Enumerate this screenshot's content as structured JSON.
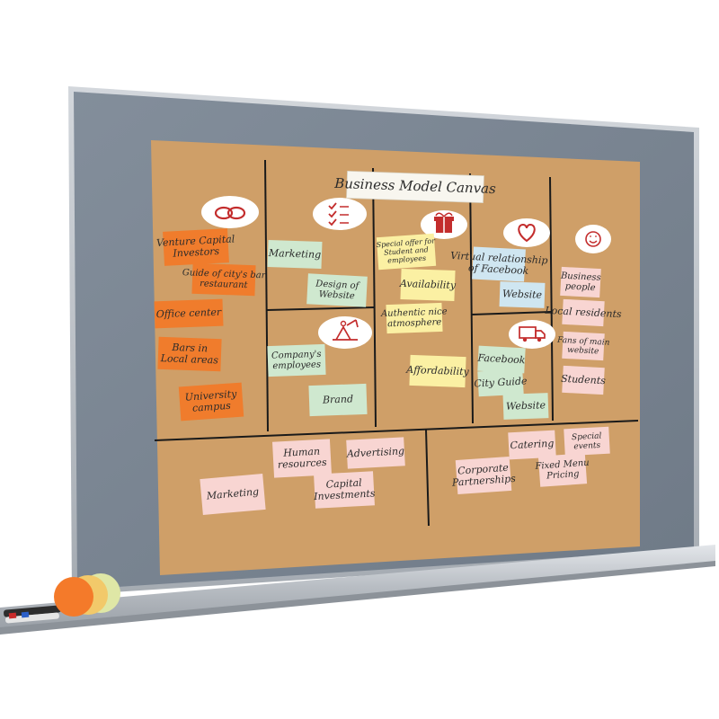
{
  "board": {
    "title": "Business Model Canvas",
    "colors": {
      "felt": "#7c8794",
      "frame": "#b9bec4",
      "cork": "#cf9f68",
      "line": "#1a1a1a",
      "orange": "#f07c2c",
      "yellow": "#fbf0a3",
      "green": "#cfe8cf",
      "blue": "#cfe6f1",
      "pink": "#f8d5d2"
    }
  },
  "icons": [
    {
      "name": "chain-link-icon"
    },
    {
      "name": "checklist-icon"
    },
    {
      "name": "gift-box-icon"
    },
    {
      "name": "heart-icon"
    },
    {
      "name": "smiley-face-icon"
    },
    {
      "name": "worker-digging-icon"
    },
    {
      "name": "delivery-truck-icon"
    }
  ],
  "notes": [
    {
      "name": "note-venture-capital",
      "color": "orange",
      "lines": [
        "Venture Capital",
        "Investors"
      ]
    },
    {
      "name": "note-guide-city-bar",
      "color": "orange",
      "lines": [
        "Guide of city's bar",
        "restaurant"
      ]
    },
    {
      "name": "note-office-center",
      "color": "orange",
      "lines": [
        "Office center"
      ]
    },
    {
      "name": "note-bars-local",
      "color": "orange",
      "lines": [
        "Bars in",
        "Local areas"
      ]
    },
    {
      "name": "note-university",
      "color": "orange",
      "lines": [
        "University",
        "campus"
      ]
    },
    {
      "name": "note-marketing-kp",
      "color": "green",
      "lines": [
        "Marketing"
      ]
    },
    {
      "name": "note-design-website",
      "color": "green",
      "lines": [
        "Design of",
        "Website"
      ]
    },
    {
      "name": "note-company-employees",
      "color": "green",
      "lines": [
        "Company's",
        "employees"
      ]
    },
    {
      "name": "note-brand",
      "color": "green",
      "lines": [
        "Brand"
      ]
    },
    {
      "name": "note-special-offer",
      "color": "yellow",
      "lines": [
        "Special offer for",
        "Student and",
        "employees"
      ]
    },
    {
      "name": "note-availability",
      "color": "yellow",
      "lines": [
        "Availability"
      ]
    },
    {
      "name": "note-authentic",
      "color": "yellow",
      "lines": [
        "Authentic nice",
        "atmosphere"
      ]
    },
    {
      "name": "note-affordability",
      "color": "yellow",
      "lines": [
        "Affordability"
      ]
    },
    {
      "name": "note-virtual-relationship",
      "color": "blue",
      "lines": [
        "Virtual relationship",
        "of Facebook"
      ]
    },
    {
      "name": "note-website-cr",
      "color": "blue",
      "lines": [
        "Website"
      ]
    },
    {
      "name": "note-facebook",
      "color": "green",
      "lines": [
        "Facebook"
      ]
    },
    {
      "name": "note-city-guide",
      "color": "green",
      "lines": [
        "City Guide"
      ]
    },
    {
      "name": "note-website-ch",
      "color": "green",
      "lines": [
        "Website"
      ]
    },
    {
      "name": "note-business-people",
      "color": "pink",
      "lines": [
        "Business",
        "people"
      ]
    },
    {
      "name": "note-local-residents",
      "color": "pink",
      "lines": [
        "Local residents"
      ]
    },
    {
      "name": "note-fans-website",
      "color": "pink",
      "lines": [
        "Fans of main",
        "website"
      ]
    },
    {
      "name": "note-students",
      "color": "pink",
      "lines": [
        "Students"
      ]
    },
    {
      "name": "note-human-resources",
      "color": "pink",
      "lines": [
        "Human",
        "resources"
      ]
    },
    {
      "name": "note-advertising",
      "color": "pink",
      "lines": [
        "Advertising"
      ]
    },
    {
      "name": "note-capital-investments",
      "color": "pink",
      "lines": [
        "Capital",
        "Investments"
      ]
    },
    {
      "name": "note-marketing-cost",
      "color": "pink",
      "lines": [
        "Marketing"
      ]
    },
    {
      "name": "note-catering",
      "color": "pink",
      "lines": [
        "Catering"
      ]
    },
    {
      "name": "note-special-events",
      "color": "pink",
      "lines": [
        "Special",
        "events"
      ]
    },
    {
      "name": "note-corporate-partnerships",
      "color": "pink",
      "lines": [
        "Corporate",
        "Partnerships"
      ]
    },
    {
      "name": "note-fixed-menu",
      "color": "pink",
      "lines": [
        "Fixed Menu",
        "Pricing"
      ]
    }
  ]
}
